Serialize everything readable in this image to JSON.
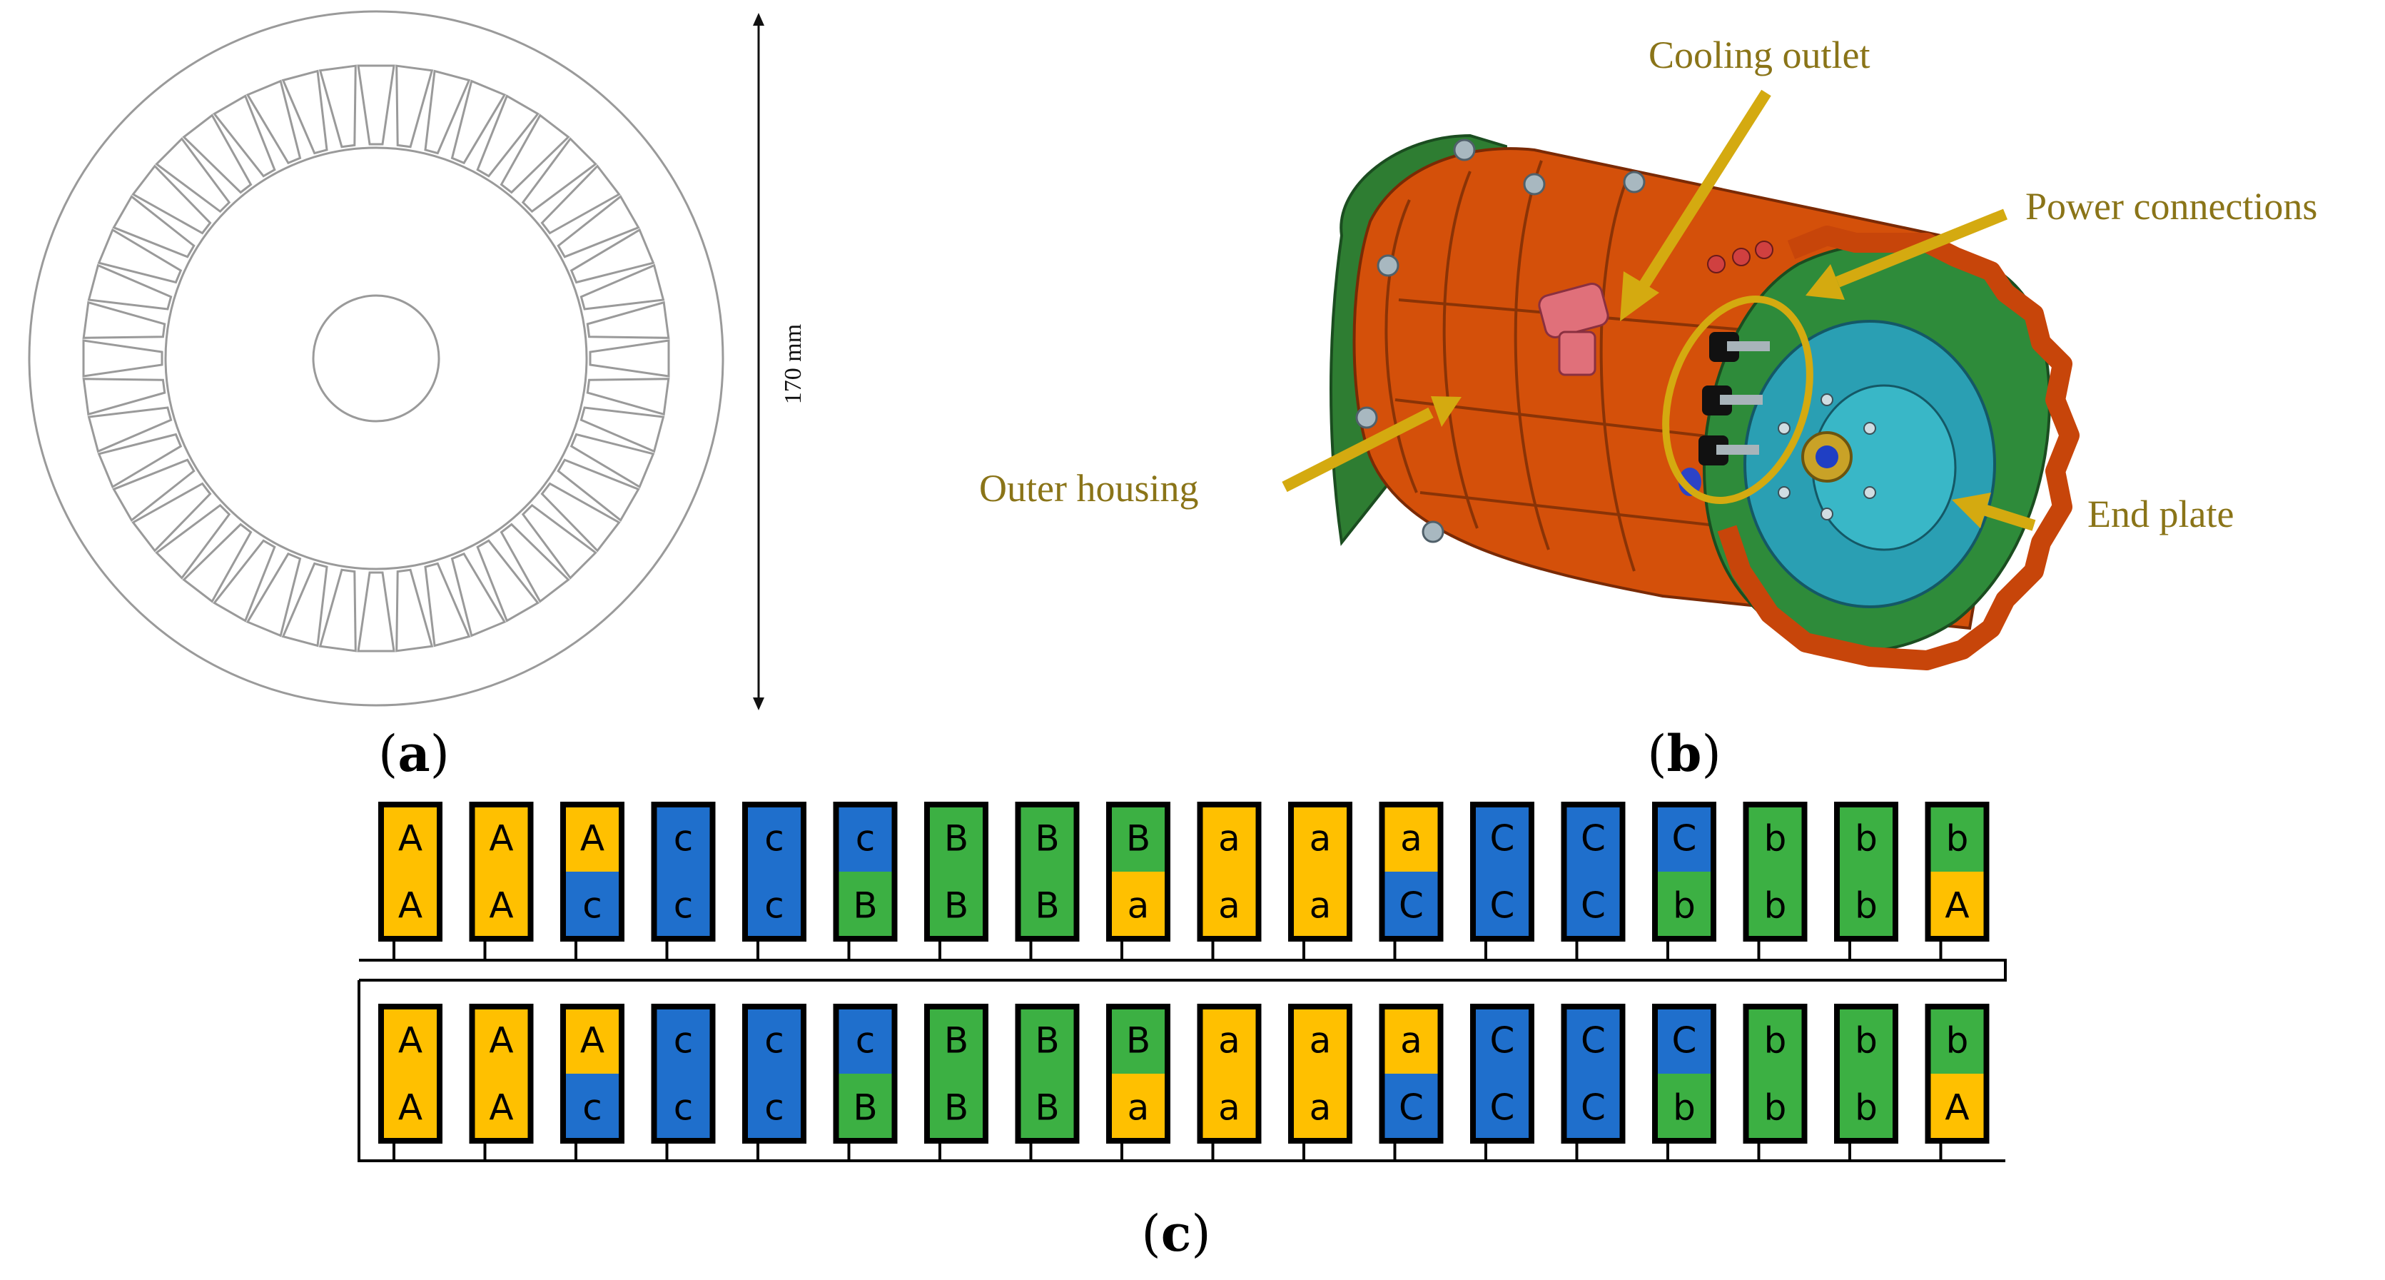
{
  "panel_a": {
    "caption_letter": "a",
    "dimension_label": "170 mm"
  },
  "panel_b": {
    "caption_letter": "b",
    "callouts": {
      "cooling_outlet": "Cooling outlet",
      "power_connections": "Power connections",
      "outer_housing": "Outer housing",
      "end_plate": "End plate"
    }
  },
  "panel_c": {
    "caption_letter": "c",
    "colors": {
      "A": "#ffc000",
      "a": "#ffc000",
      "B": "#3cb043",
      "b": "#3cb043",
      "C": "#1f6fcc",
      "c": "#1f6fcc"
    },
    "slots": [
      {
        "top": "A",
        "bottom": "A"
      },
      {
        "top": "A",
        "bottom": "A"
      },
      {
        "top": "A",
        "bottom": "c"
      },
      {
        "top": "c",
        "bottom": "c"
      },
      {
        "top": "c",
        "bottom": "c"
      },
      {
        "top": "c",
        "bottom": "B"
      },
      {
        "top": "B",
        "bottom": "B"
      },
      {
        "top": "B",
        "bottom": "B"
      },
      {
        "top": "B",
        "bottom": "a"
      },
      {
        "top": "a",
        "bottom": "a"
      },
      {
        "top": "a",
        "bottom": "a"
      },
      {
        "top": "a",
        "bottom": "C"
      },
      {
        "top": "C",
        "bottom": "C"
      },
      {
        "top": "C",
        "bottom": "C"
      },
      {
        "top": "C",
        "bottom": "b"
      },
      {
        "top": "b",
        "bottom": "b"
      },
      {
        "top": "b",
        "bottom": "b"
      },
      {
        "top": "b",
        "bottom": "A"
      }
    ]
  }
}
